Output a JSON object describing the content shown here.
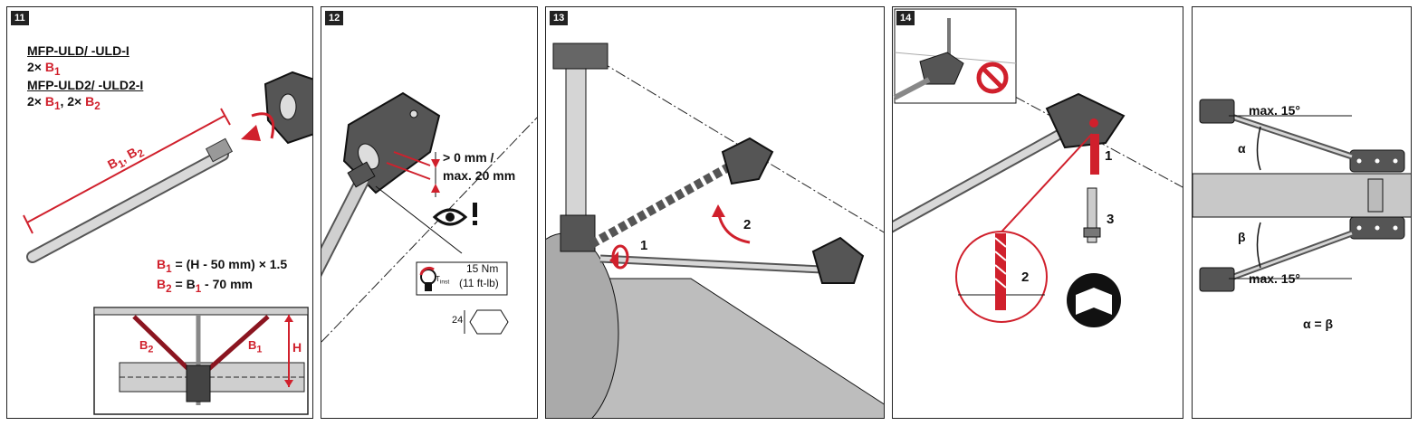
{
  "panels": [
    {
      "step": "11",
      "model_1": "MFP-ULD/ -ULD-I",
      "qty_1_prefix": "2×",
      "qty_1_b": "B",
      "qty_1_b_sub": "1",
      "model_2": "MFP-ULD2/ -ULD2-I",
      "qty_2_prefix": "2×",
      "qty_2_b1": "B",
      "qty_2_b1_sub": "1",
      "qty_2_sep": ", 2×",
      "qty_2_b2": "B",
      "qty_2_b2_sub": "2",
      "rod_label": "B",
      "rod_label_sub1": "1",
      "rod_label_mid": ", B",
      "rod_label_sub2": "2",
      "formula_1_b": "B",
      "formula_1_sub": "1",
      "formula_1_rest": " = (H - 50 mm) × 1.5",
      "formula_2_b": "B",
      "formula_2_sub": "2",
      "formula_2_mid": " = B",
      "formula_2_sub2": "1",
      "formula_2_rest": " - 70 mm",
      "inset_b2": "B",
      "inset_b2_sub": "2",
      "inset_b1": "B",
      "inset_b1_sub": "1",
      "inset_h": "H"
    },
    {
      "step": "12",
      "gap_1": "> 0 mm /",
      "gap_2": "max. 20 mm",
      "torque_1": "15 Nm",
      "torque_2": "(11 ft-lb)",
      "tinst": "T",
      "tinst_sub": "inst",
      "wrench": "24"
    },
    {
      "step": "13",
      "arrow_1": "1",
      "arrow_2": "2"
    },
    {
      "step": "14",
      "num_1": "1",
      "num_2": "2",
      "num_3": "3"
    },
    {
      "angle_top": "max. 15°",
      "angle_bottom": "max. 15°",
      "alpha": "α",
      "beta": "β",
      "equation": "α = β"
    }
  ],
  "colors": {
    "accent": "#d0202c",
    "metal": "#c8c8c8",
    "dark": "#3a3a3a",
    "pipe": "#bdbdbd"
  }
}
